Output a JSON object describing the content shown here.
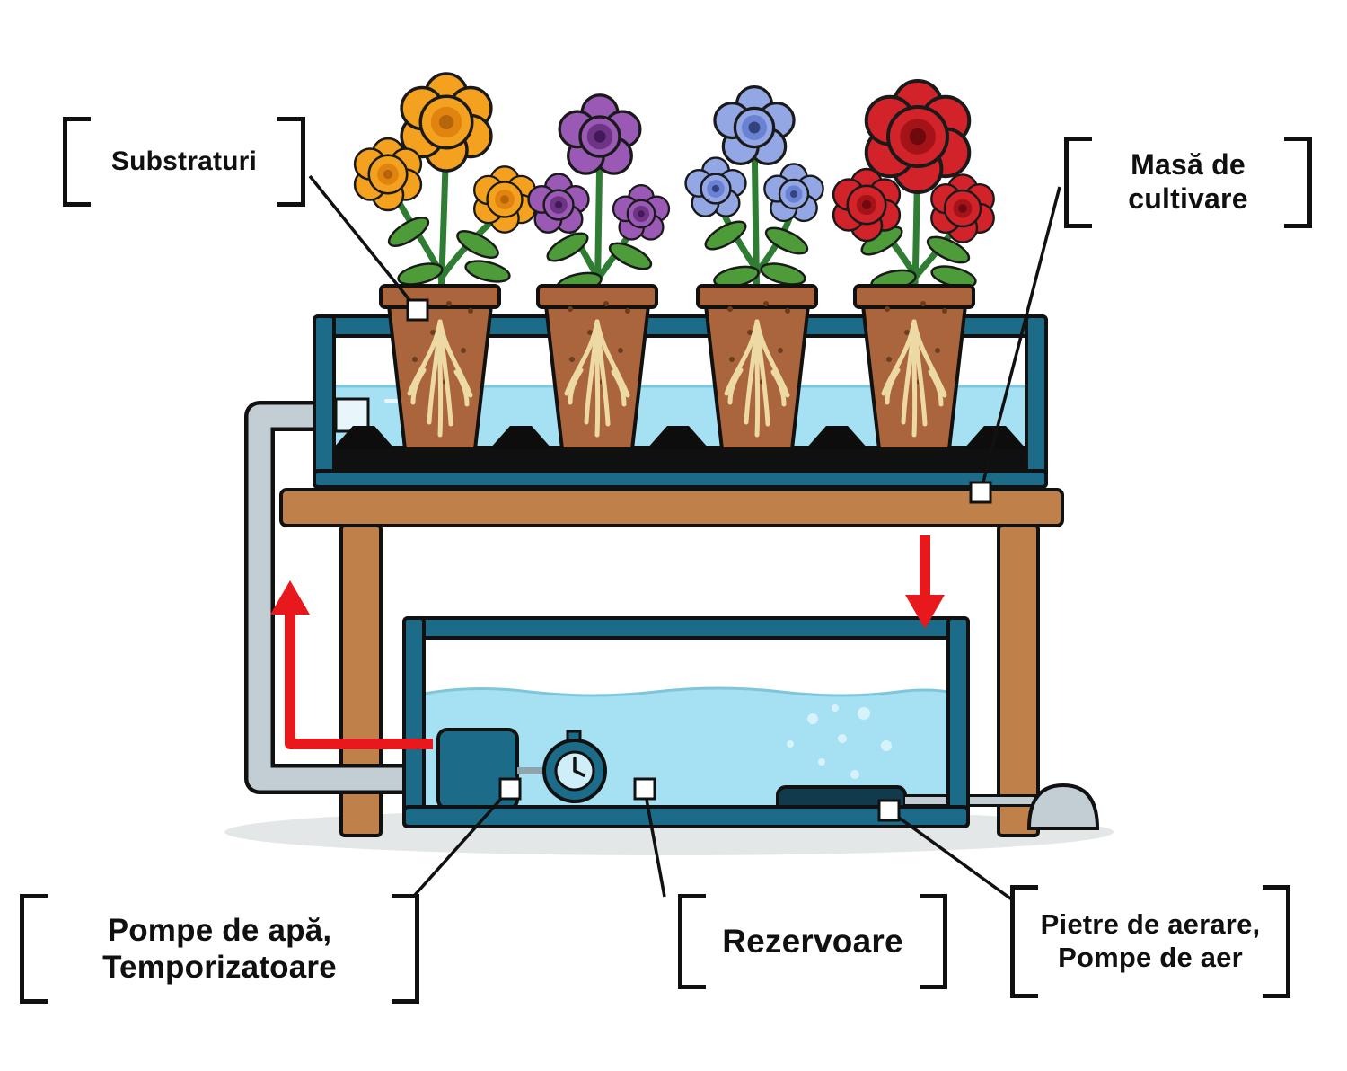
{
  "labels": {
    "substrates": {
      "text": "Substraturi"
    },
    "grow_table": {
      "line1": "Masă de",
      "line2": "cultivare"
    },
    "pumps_timers": {
      "line1": "Pompe de apă,",
      "line2": "Temporizatoare"
    },
    "reservoirs": {
      "text": "Rezervoare"
    },
    "aeration": {
      "line1": "Pietre de aerare,",
      "line2": "Pompe de aer"
    }
  },
  "colors": {
    "accent_red": "#e8191c",
    "tray_teal": "#1b6b89",
    "water_blue": "#a5e1f2",
    "table_brown": "#c08049",
    "pot_brown": "#aa653c",
    "pipe_gray": "#c3cdd4",
    "outline": "#111111",
    "background": "#ffffff"
  }
}
